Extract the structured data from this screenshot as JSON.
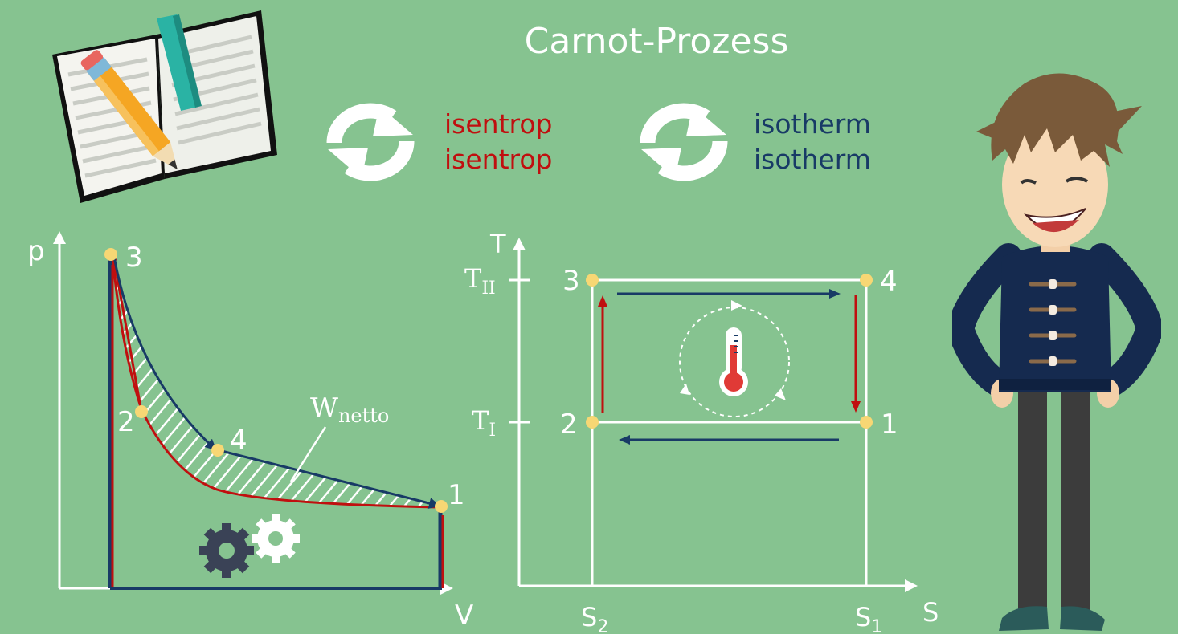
{
  "title": "Carnot-Prozess",
  "legend": {
    "isentrop_1": "isentrop",
    "isentrop_2": "isentrop",
    "isotherm_1": "isotherm",
    "isotherm_2": "isotherm"
  },
  "pv": {
    "axis_y": "p",
    "axis_x": "V",
    "p1": "1",
    "p2": "2",
    "p3": "3",
    "p4": "4",
    "work_main": "W",
    "work_sub": "netto"
  },
  "ts": {
    "axis_y": "T",
    "axis_x": "S",
    "t_hi_main": "T",
    "t_hi_sub": "II",
    "t_lo_main": "T",
    "t_lo_sub": "I",
    "s2_main": "S",
    "s2_sub": "2",
    "s1_main": "S",
    "s1_sub": "1",
    "p1": "1",
    "p2": "2",
    "p3": "3",
    "p4": "4"
  },
  "colors": {
    "background": "#86c390",
    "isentrop": "#c00f0f",
    "isotherm": "#183a66",
    "point": "#f7d774",
    "line": "#ffffff"
  },
  "icons": [
    "book-icon",
    "refresh-icon",
    "thermometer-icon",
    "gears-icon",
    "character-illustration"
  ]
}
